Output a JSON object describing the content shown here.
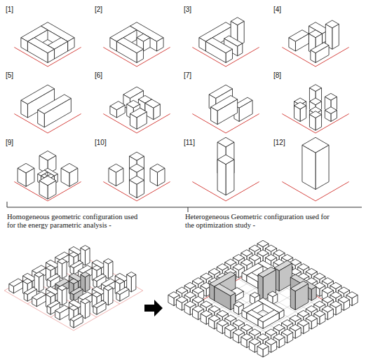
{
  "diagram": {
    "labels": [
      "[1]",
      "[2]",
      "[3]",
      "[4]",
      "[5]",
      "[6]",
      "[7]",
      "[8]",
      "[9]",
      "[10]",
      "[11]",
      "[12]",
      "Homogeneous geometric configuration used for the energy parametric analysis -",
      "Heterogeneous Geometric configuration used for the optimization study -"
    ]
  }
}
